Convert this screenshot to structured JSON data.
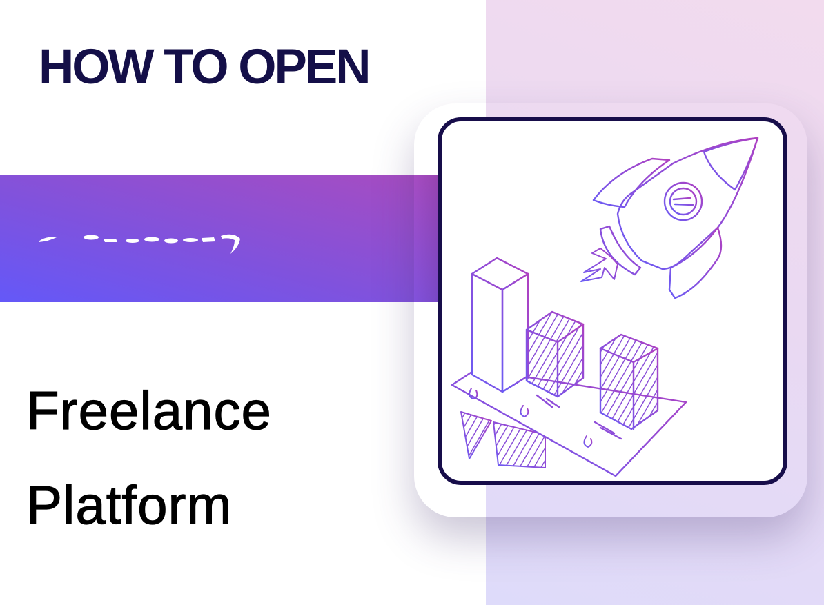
{
  "heading": {
    "text": "HOW TO OPEN"
  },
  "banner": {
    "icon": "dashed-arrow-right-icon"
  },
  "title": {
    "line1": "Freelance",
    "line2": "Platform"
  },
  "illustration": {
    "icon": "rocket-launch-bar-chart-illustration",
    "elements": [
      "rocket",
      "flame",
      "bar-chart-blocks",
      "document-sheets"
    ]
  },
  "colors": {
    "heading": "#140f48",
    "title": "#000000",
    "banner_start": "#6458f8",
    "banner_end": "#a84cc0",
    "card_border": "#170d4a",
    "illustration_stroke_a": "#6a5cf5",
    "illustration_stroke_b": "#b040c0",
    "right_panel_top": "#f2dbee",
    "right_panel_bottom": "#dedbfa"
  }
}
